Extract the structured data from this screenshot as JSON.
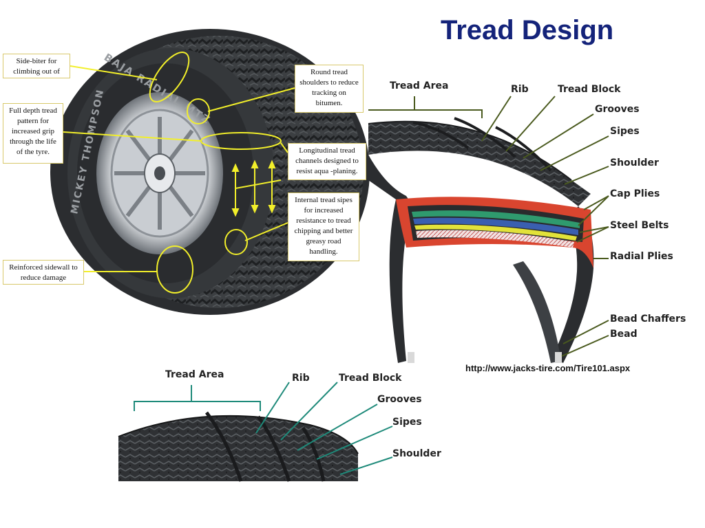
{
  "title": "Tread Design",
  "source_url": "http://www.jacks-tire.com/Tire101.aspx",
  "tire_photo": {
    "brand_text": "BAJA RADIAL MTZ",
    "maker_text": "MICKEY THOMPSON",
    "callouts": [
      "Side-biter for climbing out of",
      "Full depth tread pattern for increased grip through the life of the tyre.",
      "Reinforced sidewall to reduce damage",
      "Round tread shoulders to reduce tracking on bitumen.",
      "Longitudinal tread channels designed to resist aqua -planing.",
      "Internal tread sipes for increased resistance to tread chipping and better greasy road handling."
    ]
  },
  "cross_section": {
    "labels": [
      "Tread Area",
      "Rib",
      "Tread Block",
      "Grooves",
      "Sipes",
      "Shoulder",
      "Cap Plies",
      "Steel Belts",
      "Radial Plies",
      "Bead Chaffers",
      "Bead"
    ]
  },
  "tread_closeup": {
    "labels": [
      "Tread Area",
      "Rib",
      "Tread Block",
      "Grooves",
      "Sipes",
      "Shoulder"
    ]
  },
  "colors": {
    "title": "#14237a",
    "callout_lines": "#f2ef2a",
    "leader_lines_section": "#4a5a1e",
    "leader_lines_closeup": "#1e8a7a",
    "layer_red": "#d9452f",
    "layer_green": "#2f9a6e",
    "layer_blue": "#3a5fb0",
    "layer_yellow": "#e2e23a"
  }
}
